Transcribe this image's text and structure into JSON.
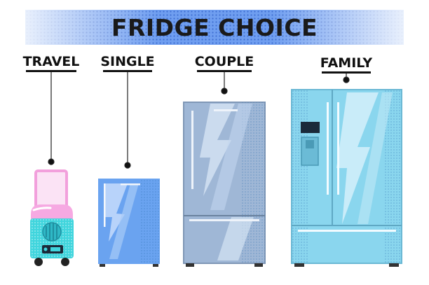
{
  "title": "FRIDGE CHOICE",
  "categories": [
    {
      "id": "travel",
      "label": "TRAVEL"
    },
    {
      "id": "single",
      "label": "SINGLE"
    },
    {
      "id": "couple",
      "label": "COUPLE"
    },
    {
      "id": "family",
      "label": "FAMILY"
    }
  ],
  "colors": {
    "banner": "#5b8fe8",
    "banner_dots": "#3f6fd2",
    "travel_body": "#3fd4dc",
    "travel_lid": "#f4a7e0",
    "single_body": "#6aa3f0",
    "couple_body": "#9fb7d6",
    "family_body": "#8ad6ee",
    "lines": "#222222"
  }
}
